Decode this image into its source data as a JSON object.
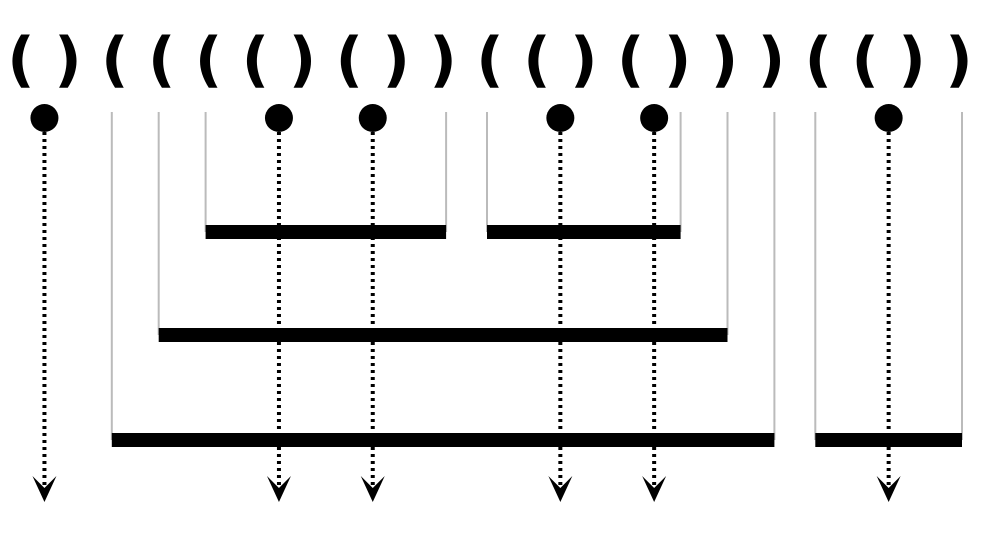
{
  "parentheses": [
    "(",
    ")",
    "(",
    "(",
    "(",
    "(",
    ")",
    "(",
    ")",
    ")",
    "(",
    "(",
    ")",
    "(",
    ")",
    ")",
    ")",
    "(",
    "(",
    ")",
    ")"
  ],
  "pairs": [
    {
      "open": 0,
      "close": 1,
      "kind": "adjacent"
    },
    {
      "open": 2,
      "close": 16,
      "kind": "enclosing",
      "depth": 1
    },
    {
      "open": 3,
      "close": 15,
      "kind": "enclosing",
      "depth": 2
    },
    {
      "open": 4,
      "close": 9,
      "kind": "enclosing",
      "depth": 3
    },
    {
      "open": 5,
      "close": 6,
      "kind": "adjacent"
    },
    {
      "open": 7,
      "close": 8,
      "kind": "adjacent"
    },
    {
      "open": 10,
      "close": 14,
      "kind": "enclosing",
      "depth": 3
    },
    {
      "open": 11,
      "close": 12,
      "kind": "adjacent"
    },
    {
      "open": 13,
      "close": 14,
      "kind": "adjacent"
    },
    {
      "open": 17,
      "close": 20,
      "kind": "enclosing",
      "depth": 1
    },
    {
      "open": 18,
      "close": 19,
      "kind": "adjacent"
    }
  ],
  "colors": {
    "ink": "#000000",
    "bracket_line": "#bbbbbb",
    "background": "#ffffff"
  }
}
